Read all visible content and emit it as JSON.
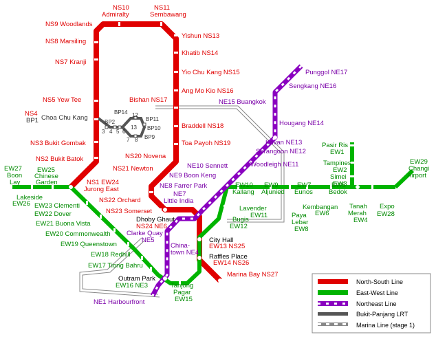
{
  "colors": {
    "ns": "#e00000",
    "ew": "#00a800",
    "ne": "#8a00c0",
    "lrt": "#666666",
    "marina": "#888888"
  },
  "labels": {
    "ns9": "NS9 Woodlands",
    "ns10a": "NS10",
    "ns10b": "Admiralty",
    "ns11a": "NS11",
    "ns11b": "Sembawang",
    "ns8": "NS8 Marsiling",
    "ns13": "Yishun NS13",
    "ns14": "Khatib NS14",
    "ns7": "NS7 Kranji",
    "ns15": "Yio Chu Kang NS15",
    "ns16": "Ang Mo Kio NS16",
    "ns5": "NS5 Yew Tee",
    "ns17": "Bishan NS17",
    "ns4a": "NS4",
    "bp1": "BP1",
    "choa": "Choa Chu Kang",
    "ns18": "Braddell NS18",
    "ns3": "NS3 Bukit Gombak",
    "ns19": "Toa Payoh NS19",
    "ns2": "NS2 Bukit Batok",
    "ns20": "NS20 Novena",
    "ns21": "NS21 Newton",
    "ew27a": "EW27",
    "ew27b": "Boon",
    "ew27c": "Lay",
    "ew25a": "EW25",
    "ew25b": "Chinese",
    "ew25c": "Garden",
    "ns1": "NS1 EW24",
    "jurong": "Jurong East",
    "lakeside": "Lakeside",
    "ew26": "EW26",
    "ew23": "EW23 Clementi",
    "ew22": "EW22 Dover",
    "ew21": "EW21 Buona Vista",
    "ew20": "EW20 Commonwealth",
    "ew19": "EW19 Queenstown",
    "ew18": "EW18 Redhill",
    "ew17": "EW17 Tiong Bahru",
    "ns22": "NS22 Orchard",
    "ns23": "NS23 Somerset",
    "dhoby": "Dhoby Ghaut",
    "ns24": "NS24 NE6",
    "clarke": "Clarke Quay",
    "ne5": "NE5",
    "chinatown1": "China-",
    "chinatown2": "town NE4",
    "outram": "Outram Park",
    "ew16": "EW16 NE3",
    "tanjong1": "Tanjong",
    "tanjong2": "Pagar",
    "ew15": "EW15",
    "harbour": "NE1 Harbourfront",
    "cityhall": "City Hall",
    "ew13": "EW13 NS25",
    "raffles": "Raffles Place",
    "ew14": "EW14 NS26",
    "marina": "Marina Bay NS27",
    "bugis": "Bugis",
    "ew12": "EW12",
    "lavender": "Lavender",
    "ew11": "EW11",
    "ew10a": "EW10",
    "kallang": "Kallang",
    "ew9a": "EW9",
    "aljunied": "Aljunied",
    "paya1": "Paya",
    "paya2": "Lebar",
    "ew8": "EW8",
    "ew7a": "EW7",
    "eunos": "Eunos",
    "kem": "Kembangan",
    "ew6": "EW6",
    "ew5a": "EW5",
    "bedok": "Bedok",
    "tanah1": "Tanah",
    "tanah2": "Merah",
    "ew4": "EW4",
    "expo": "Expo",
    "ew28": "EW28",
    "pasir": "Pasir Ris",
    "ew1": "EW1",
    "tampines": "Tampines",
    "ew2": "EW2",
    "simei": "Simei",
    "ew3": "EW3",
    "ew29": "EW29",
    "changi1": "Changi",
    "changi2": "Airport",
    "ne17": "Punggol NE17",
    "ne16": "Sengkang NE16",
    "ne15": "NE15 Buangkok",
    "ne14": "Hougang NE14",
    "ne13": "Kovan NE13",
    "ne12": "Serangoon NE12",
    "ne11": "Woodleigh NE11",
    "ne10": "NE10 Sennett",
    "ne9": "NE9 Boon Keng",
    "ne8": "NE8 Farrer Park",
    "ne7a": "NE7",
    "ne7b": "Little India",
    "bp14": "BP14",
    "bp12": "12",
    "bp11": "BP11",
    "bp2": "BP2",
    "bp13": "13",
    "bp10": "BP10",
    "bp3": "3",
    "bp4": "4",
    "bp5": "5",
    "bp6": "6",
    "bp7": "7",
    "bp8": "8",
    "bp9": "BP9"
  },
  "legend": [
    {
      "label": "North-South Line",
      "color": "#e00000",
      "style": "solid"
    },
    {
      "label": "East-West Line",
      "color": "#00a800",
      "style": "solid"
    },
    {
      "label": "Northeast Line",
      "color": "#8a00c0",
      "style": "dashed"
    },
    {
      "label": "Bukit-Panjang LRT",
      "color": "#666666",
      "style": "solid"
    },
    {
      "label": "Marina Line (stage 1)",
      "color": "#888888",
      "style": "dashed"
    }
  ]
}
